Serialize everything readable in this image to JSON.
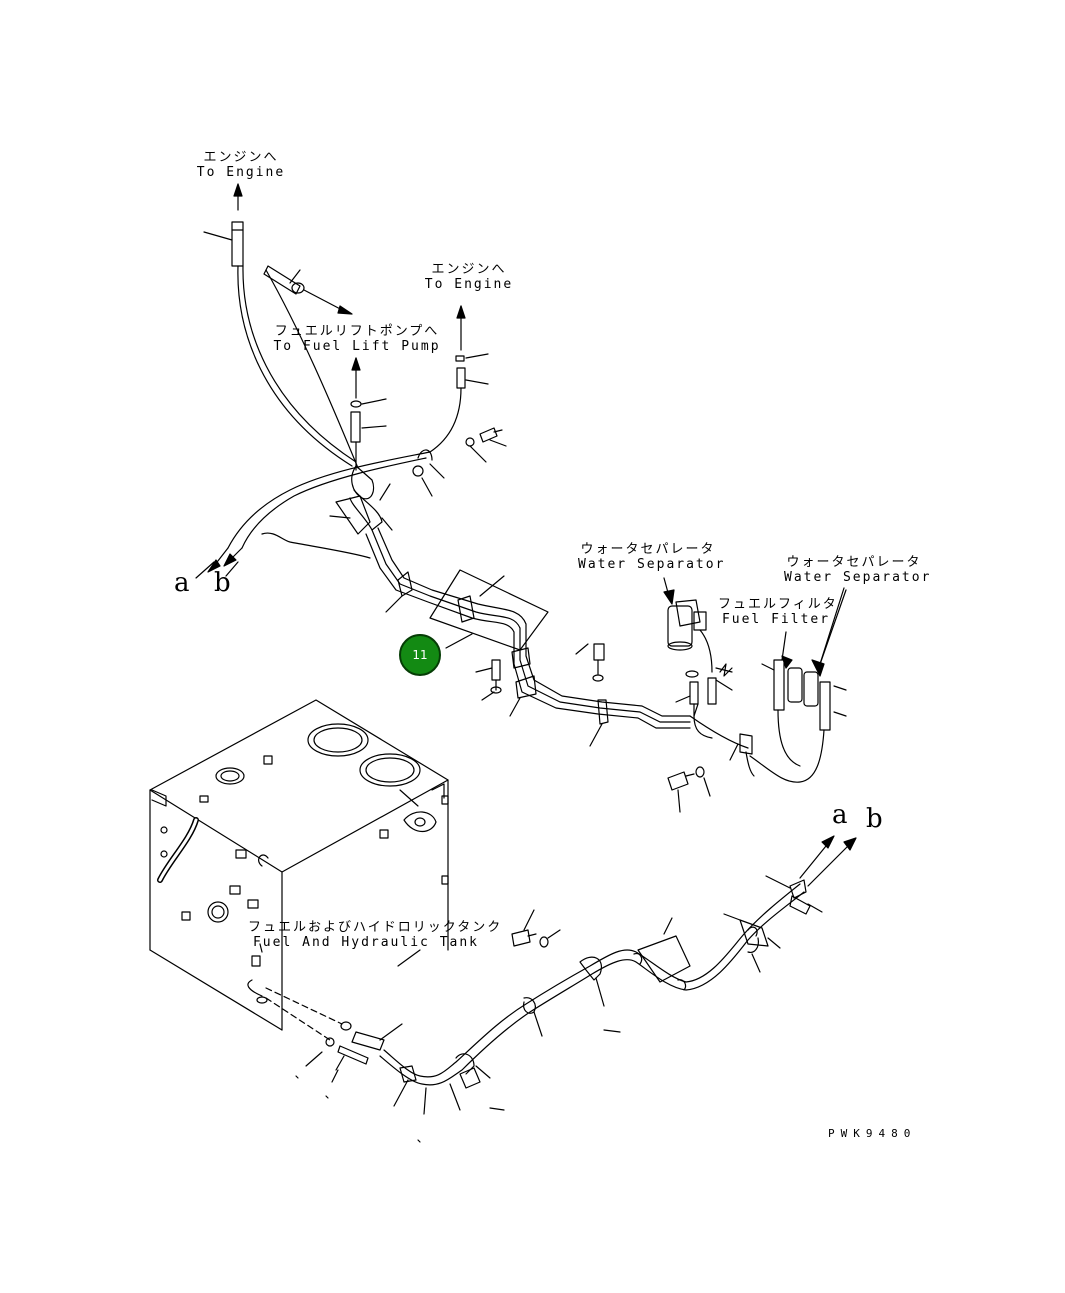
{
  "labels": {
    "engine_top_jp": "エンジンへ",
    "engine_top_en": "To Engine",
    "engine_mid_jp": "エンジンへ",
    "engine_mid_en": "To Engine",
    "lift_pump_jp": "フュエルリフトポンプへ",
    "lift_pump_en": "To Fuel Lift Pump",
    "water_sep_1_jp": "ウォータセパレータ",
    "water_sep_1_en": "Water Separator",
    "water_sep_2_jp": "ウォータセパレータ",
    "water_sep_2_en": "Water Separator",
    "fuel_filter_jp": "フュエルフィルタ",
    "fuel_filter_en": "Fuel Filter",
    "tank_jp": "フュエルおよびハイドロリックタンク",
    "tank_en": "Fuel And Hydraulic Tank",
    "a_upper": "a",
    "b_upper": "b",
    "a_lower": "a",
    "b_lower": "b",
    "drawing_code": "PWK9480"
  },
  "callout": {
    "number": "11",
    "color": "#138a13"
  }
}
